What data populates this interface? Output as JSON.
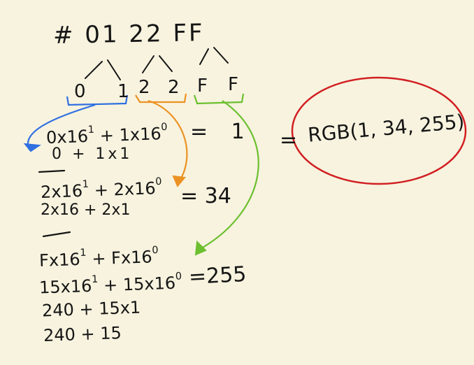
{
  "title": "# 01 22 FF",
  "digits": [
    "0",
    "1",
    "2",
    "2",
    "F",
    "F"
  ],
  "blocks": [
    {
      "line1_a": "0x16",
      "line1_a_exp": "1",
      "line1_b": "+ 1x16",
      "line1_b_exp": "0",
      "line2": "0 + 1x1",
      "result": "= 1"
    },
    {
      "line1_a": "2x16",
      "line1_a_exp": "1",
      "line1_b": "+ 2x16",
      "line1_b_exp": "0",
      "line2": "2x16 + 2x1",
      "result": "= 34"
    },
    {
      "line1_a": "Fx16",
      "line1_a_exp": "1",
      "line1_b": "+ Fx16",
      "line1_b_exp": "0",
      "line2_a": "15x16",
      "line2_a_exp": "1",
      "line2_b": "+ 15x16",
      "line2_b_exp": "0",
      "line3": "240 + 15x1",
      "line4": "240 + 15",
      "result": "=255"
    }
  ],
  "final_equals": "=",
  "rgb_text": "RGB(1, 34, 255)",
  "colors": {
    "ink": "#151515",
    "blue": "#2f6fe0",
    "orange": "#ec9222",
    "green": "#6cbf2e",
    "red": "#d21f22",
    "background": "#f7f3df"
  }
}
